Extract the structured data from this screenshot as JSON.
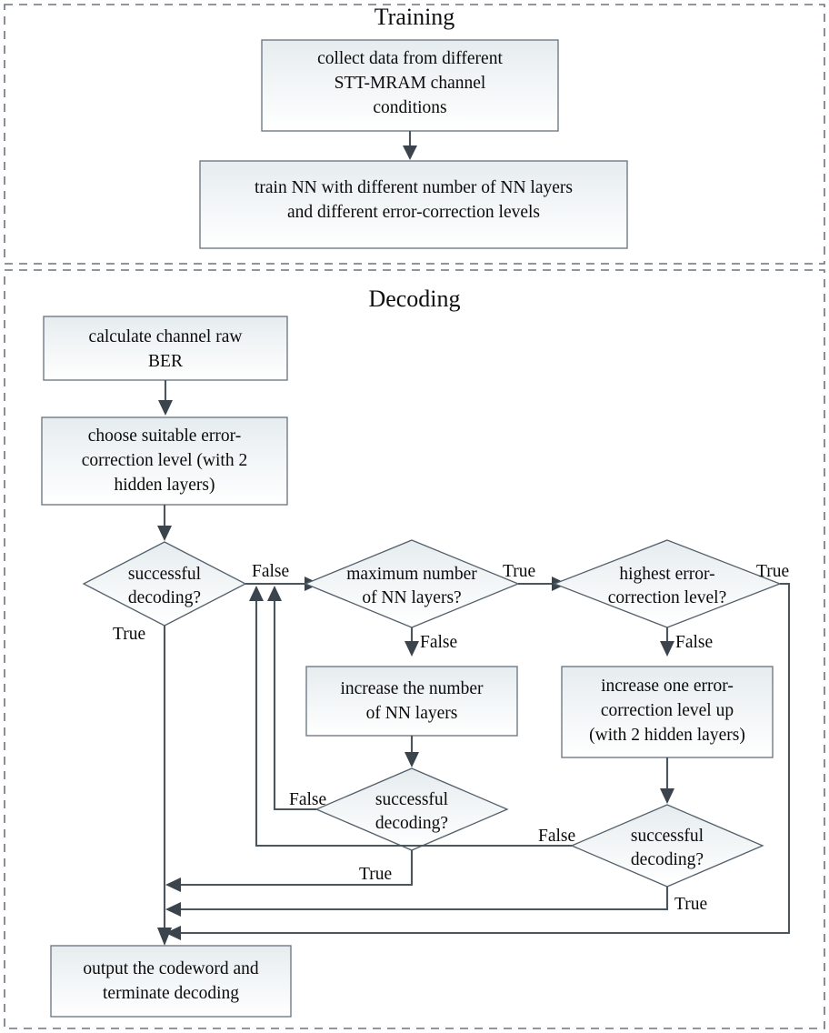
{
  "diagram": {
    "type": "flowchart",
    "panels": [
      {
        "id": "training",
        "title": "Training"
      },
      {
        "id": "decoding",
        "title": "Decoding"
      }
    ],
    "nodes": {
      "collect_data": {
        "shape": "process",
        "lines": [
          "collect data from different",
          "STT-MRAM channel",
          "conditions"
        ]
      },
      "train_nn": {
        "shape": "process",
        "lines": [
          "train NN with different number of NN layers",
          "and different error-correction levels"
        ]
      },
      "calc_ber": {
        "shape": "process",
        "lines": [
          "calculate channel raw",
          "BER"
        ]
      },
      "choose_level": {
        "shape": "process",
        "lines": [
          "choose suitable error-",
          "correction level (with 2",
          "hidden layers)"
        ]
      },
      "decode_ok_1": {
        "shape": "decision",
        "lines": [
          "successful",
          "decoding?"
        ]
      },
      "max_layers": {
        "shape": "decision",
        "lines": [
          "maximum number",
          "of NN layers?"
        ]
      },
      "highest_level": {
        "shape": "decision",
        "lines": [
          "highest error-",
          "correction level?"
        ]
      },
      "increase_layers": {
        "shape": "process",
        "lines": [
          "increase the number",
          "of NN layers"
        ]
      },
      "increase_level": {
        "shape": "process",
        "lines": [
          "increase one error-",
          "correction level up",
          "(with 2 hidden layers)"
        ]
      },
      "decode_ok_2": {
        "shape": "decision",
        "lines": [
          "successful",
          "decoding?"
        ]
      },
      "decode_ok_3": {
        "shape": "decision",
        "lines": [
          "successful",
          "decoding?"
        ]
      },
      "output": {
        "shape": "process",
        "lines": [
          "output the codeword and",
          "terminate decoding"
        ]
      }
    },
    "edge_labels": {
      "decode1_false": "False",
      "decode1_true": "True",
      "max_layers_true": "True",
      "max_layers_false": "False",
      "highest_true": "True",
      "highest_false": "False",
      "decode2_false": "False",
      "decode2_true": "True",
      "decode3_false": "False",
      "decode3_true": "True"
    },
    "colors": {
      "box_fill_top": "#e8edf0",
      "box_fill_bottom": "#ffffff",
      "box_stroke": "#707a85",
      "connector": "#4b555e",
      "panel_dash": "#6b7280",
      "text": "#0b0b0b"
    }
  }
}
